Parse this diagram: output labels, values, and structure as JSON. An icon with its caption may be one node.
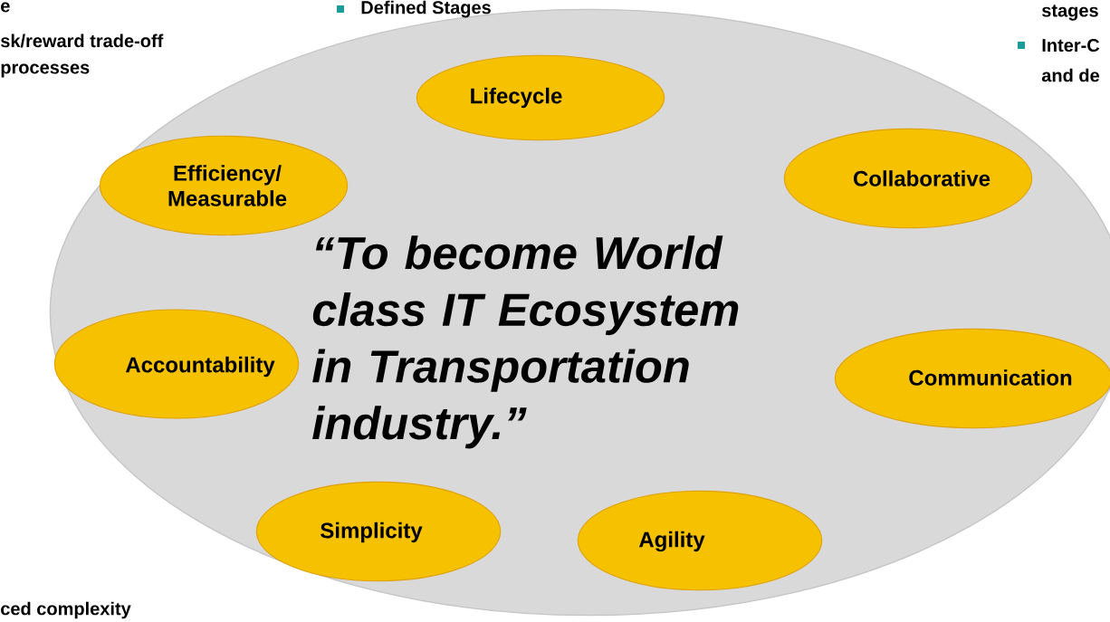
{
  "diagram": {
    "nodes": [
      {
        "text": [
          "“To become World class IT Ecosystem in Transportation industry.”"
        ]
      },
      {
        "text": [
          "Lifecycle"
        ],
        "in": 0
      },
      {
        "text": [
          "Efficiency/ Measurable"
        ],
        "in": 0
      },
      {
        "text": [
          "Collaborative"
        ],
        "in": 0
      },
      {
        "text": [
          "Accountability"
        ],
        "in": 0
      },
      {
        "text": [
          "Communication"
        ],
        "in": 0
      },
      {
        "text": [
          "Simplicity"
        ],
        "in": 0
      },
      {
        "text": [
          "Agility"
        ],
        "in": 0
      }
    ],
    "labels": [
      "e",
      "sk/reward trade-off",
      "processes",
      "Defined Stages",
      "stages",
      "Inter-C",
      "and de",
      "ced complexity"
    ]
  }
}
